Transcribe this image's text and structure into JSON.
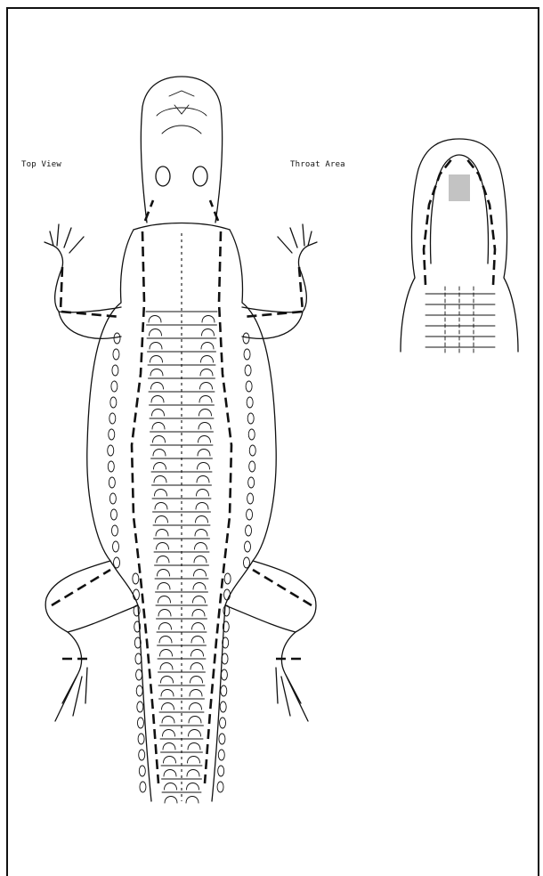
{
  "figure": {
    "views": [
      {
        "id": "top",
        "label": "Top View"
      },
      {
        "id": "throat",
        "label": "Throat Area"
      }
    ],
    "colors": {
      "ink": "#111111",
      "paper": "#ffffff"
    }
  }
}
